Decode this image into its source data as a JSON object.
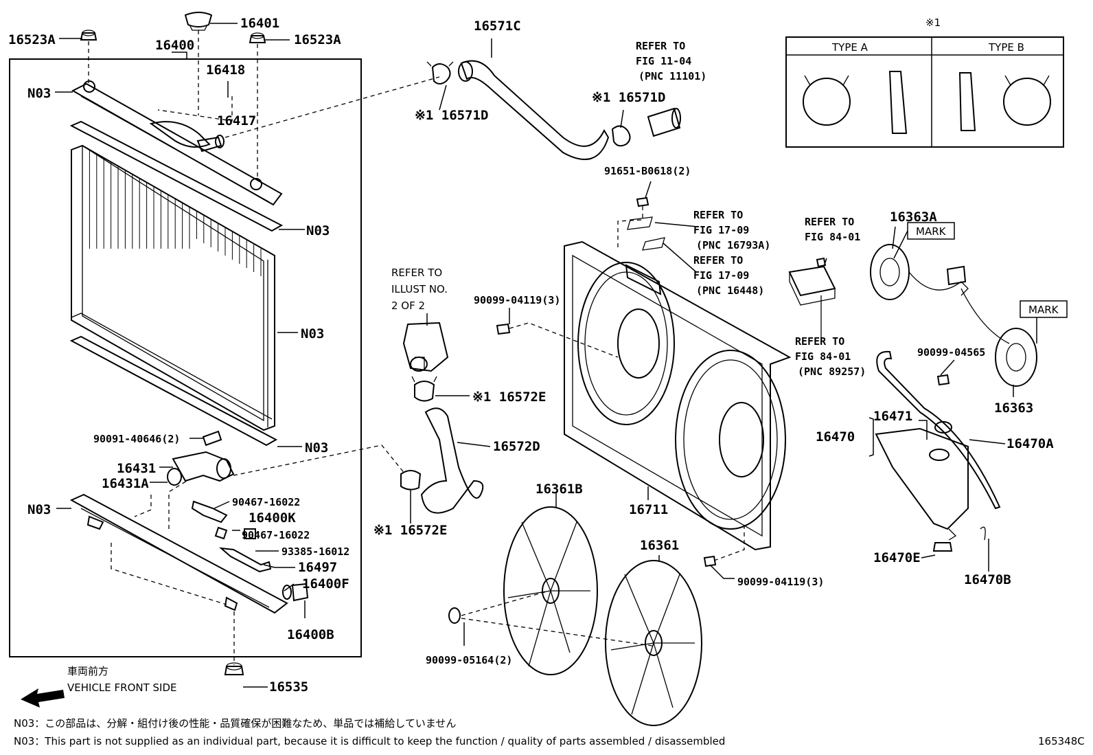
{
  "labels": {
    "p16523A_l": "16523A",
    "p16401": "16401",
    "p16523A_r": "16523A",
    "p16400": "16400",
    "p16418": "16418",
    "p16417": "16417",
    "n03_1": "N03",
    "n03_2": "N03",
    "n03_3": "N03",
    "n03_4": "N03",
    "n03_5": "N03",
    "p90091": "90091-40646(2)",
    "p16431": "16431",
    "p16431A": "16431A",
    "p90467a": "90467-16022",
    "p16400K": "16400K",
    "p90467b": "90467-16022",
    "p93385": "93385-16012",
    "p16497": "16497",
    "p16400F": "16400F",
    "p16400B": "16400B",
    "p16535": "16535",
    "p16571C": "16571C",
    "p16571D_a": "※1 16571D",
    "p16571D_b": "※1 16571D",
    "p16572E_a": "※1 16572E",
    "p16572D": "16572D",
    "p16572E_b": "※1 16572E",
    "p91651": "91651-B0618(2)",
    "p90099_04119a": "90099-04119(3)",
    "p90099_04119b": "90099-04119(3)",
    "p16711": "16711",
    "p16361B": "16361B",
    "p16361": "16361",
    "p90099_05164": "90099-05164(2)",
    "p16363A": "16363A",
    "p16363": "16363",
    "mark1": "MARK",
    "mark2": "MARK",
    "p90099_04565": "90099-04565",
    "p16471": "16471",
    "p16470": "16470",
    "p16470A": "16470A",
    "p16470E": "16470E",
    "p16470B": "16470B",
    "diagram_id": "165348C"
  },
  "refers": {
    "r1_l1": "REFER TO",
    "r1_l2": "FIG 11-04",
    "r1_l3": "(PNC 11101)",
    "r2_l1": "REFER TO",
    "r2_l2": "FIG 17-09",
    "r2_l3": "(PNC 16793A)",
    "r3_l1": "REFER TO",
    "r3_l2": "FIG 17-09",
    "r3_l3": "(PNC 16448)",
    "r4_l1": "REFER TO",
    "r4_l2": "FIG 84-01",
    "r5_l1": "REFER TO",
    "r5_l2": "FIG 84-01",
    "r5_l3": "(PNC 89257)",
    "r6_l1": "REFER TO",
    "r6_l2": "ILLUST NO.",
    "r6_l3": "2 OF 2"
  },
  "type_table": {
    "note_mark": "※1",
    "type_a": "TYPE A",
    "type_b": "TYPE B"
  },
  "direction": {
    "jp": "車両前方",
    "en": "VEHICLE FRONT SIDE"
  },
  "notes": {
    "jp": "N03：この部品は、分解・組付け後の性能・品質確保が困難なため、単品では補給していません",
    "en": "N03：This part is not supplied as an individual part, because it is difficult to keep the function / quality of parts assembled / disassembled"
  }
}
